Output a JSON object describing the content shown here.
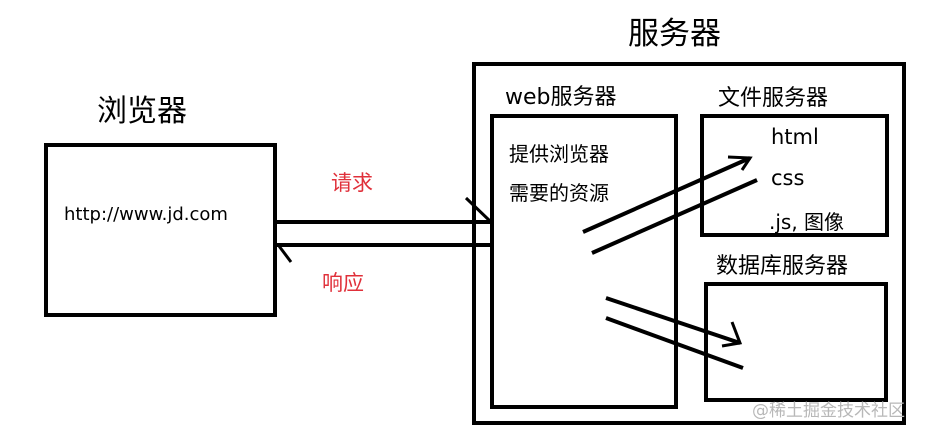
{
  "browser": {
    "title": "浏览器",
    "url": "http://www.jd.com"
  },
  "connection": {
    "request_label": "请求",
    "response_label": "响应"
  },
  "servers": {
    "title": "服务器",
    "web_server": {
      "title": "web服务器",
      "line1": "提供浏览器",
      "line2": "需要的资源"
    },
    "file_server": {
      "title": "文件服务器",
      "items": [
        "html",
        "css",
        ".js, 图像"
      ]
    },
    "db_server": {
      "title": "数据库服务器"
    }
  },
  "watermark": "@稀土掘金技术社区"
}
